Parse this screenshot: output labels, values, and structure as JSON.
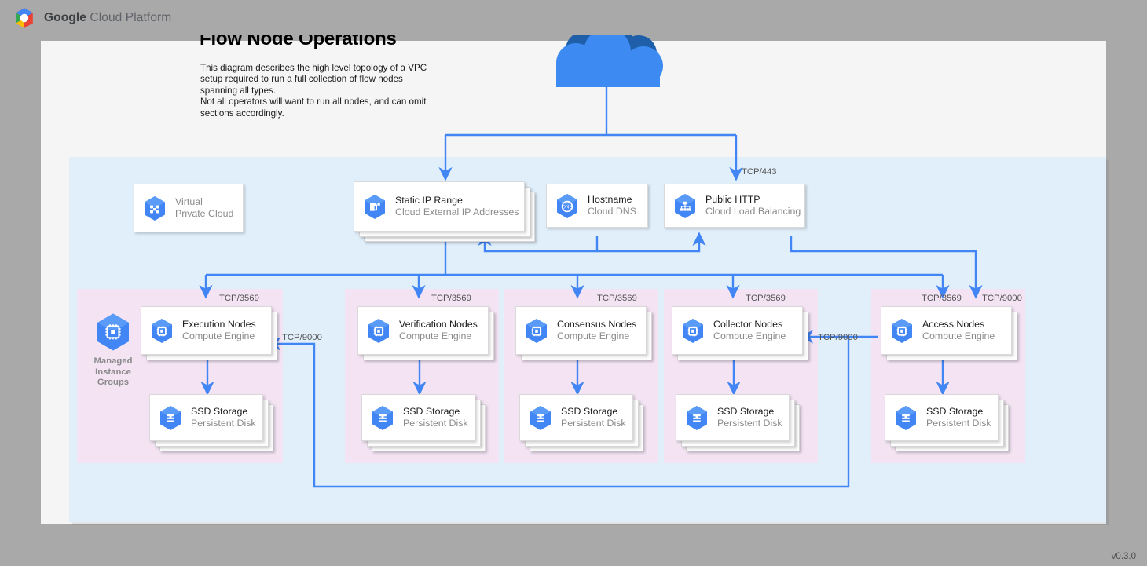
{
  "header": {
    "logo_icon": "google-cloud-platform-logo",
    "brand_bold": "Google",
    "brand_rest": " Cloud Platform"
  },
  "version": "v0.3.0",
  "diagram": {
    "title": "Flow Node Operations",
    "description": "This diagram describes the high level topology of a VPC setup required to run a full collection of flow nodes spanning all types.\nNot all operators will want to run all nodes, and can omit sections accordingly.",
    "internet_cloud_icon": "cloud-icon",
    "colors": {
      "vpc_background": "#e1effb",
      "group_background": "#f3e3f3",
      "connector": "#4285f4",
      "icon_blue": "#4285f4",
      "page_background": "#f5f5f5",
      "chrome_background": "#a9a9a9"
    }
  },
  "vpc": {
    "label_title": "Virtual",
    "label_sub": "Private Cloud",
    "icon": "virtual-private-cloud-icon"
  },
  "top_nodes": [
    {
      "title": "Static IP Range",
      "sub": "Cloud External IP Addresses",
      "icon": "cloud-external-ip-addresses-icon",
      "stacked": true
    },
    {
      "title": "Hostname",
      "sub": "Cloud DNS",
      "icon": "cloud-dns-icon",
      "stacked": false
    },
    {
      "title": "Public HTTP",
      "sub": "Cloud Load Balancing",
      "icon": "cloud-load-balancing-icon",
      "stacked": false
    }
  ],
  "managed_instance_groups": {
    "label": "Managed\nInstance\nGroups",
    "icon": "compute-engine-icon"
  },
  "groups": [
    {
      "node": {
        "title": "Execution Nodes",
        "sub": "Compute Engine",
        "icon": "compute-engine-icon"
      },
      "storage": {
        "title": "SSD Storage",
        "sub": "Persistent Disk",
        "icon": "persistent-disk-icon"
      },
      "ingress_port": "TCP/3569"
    },
    {
      "node": {
        "title": "Verification Nodes",
        "sub": "Compute Engine",
        "icon": "compute-engine-icon"
      },
      "storage": {
        "title": "SSD Storage",
        "sub": "Persistent Disk",
        "icon": "persistent-disk-icon"
      },
      "ingress_port": "TCP/3569"
    },
    {
      "node": {
        "title": "Consensus Nodes",
        "sub": "Compute Engine",
        "icon": "compute-engine-icon"
      },
      "storage": {
        "title": "SSD Storage",
        "sub": "Persistent Disk",
        "icon": "persistent-disk-icon"
      },
      "ingress_port": "TCP/3569"
    },
    {
      "node": {
        "title": "Collector Nodes",
        "sub": "Compute Engine",
        "icon": "compute-engine-icon"
      },
      "storage": {
        "title": "SSD Storage",
        "sub": "Persistent Disk",
        "icon": "persistent-disk-icon"
      },
      "ingress_port": "TCP/3569"
    },
    {
      "node": {
        "title": "Access Nodes",
        "sub": "Compute Engine",
        "icon": "compute-engine-icon"
      },
      "storage": {
        "title": "SSD Storage",
        "sub": "Persistent Disk",
        "icon": "persistent-disk-icon"
      },
      "ingress_port": "TCP/3569"
    }
  ],
  "port_labels": {
    "https": "TCP/443",
    "access_extra": "TCP/9000",
    "collector_in": "TCP/9000",
    "execution_in": "TCP/9000"
  }
}
